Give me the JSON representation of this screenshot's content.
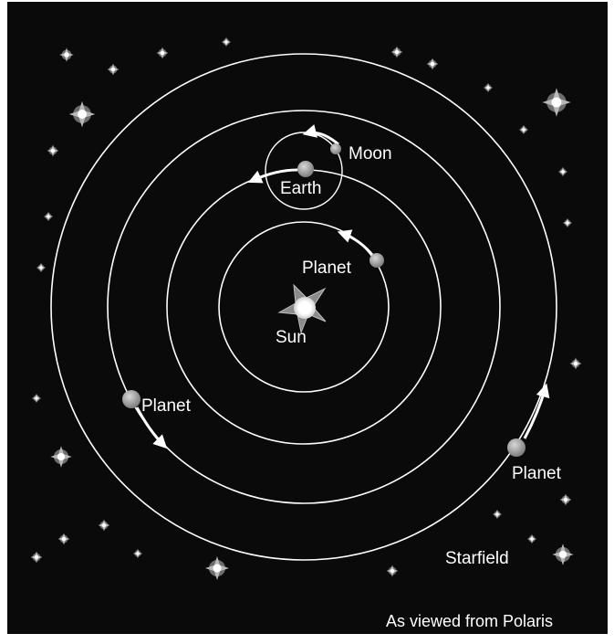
{
  "diagram": {
    "labels": {
      "moon": "Moon",
      "earth": "Earth",
      "sun": "Sun",
      "planet_inner": "Planet",
      "planet_left": "Planet",
      "planet_right": "Planet",
      "starfield": "Starfield",
      "caption": "As viewed from Polaris"
    },
    "colors": {
      "background": "#0a0a0a",
      "orbit": "#ffffff",
      "planet_body": "#9a9a9a",
      "sun_core": "#ffffff",
      "text": "#ffffff"
    },
    "icons": [
      "sun-icon",
      "star-icon",
      "planet-icon",
      "moon-icon",
      "earth-icon",
      "arrow-icon"
    ]
  }
}
